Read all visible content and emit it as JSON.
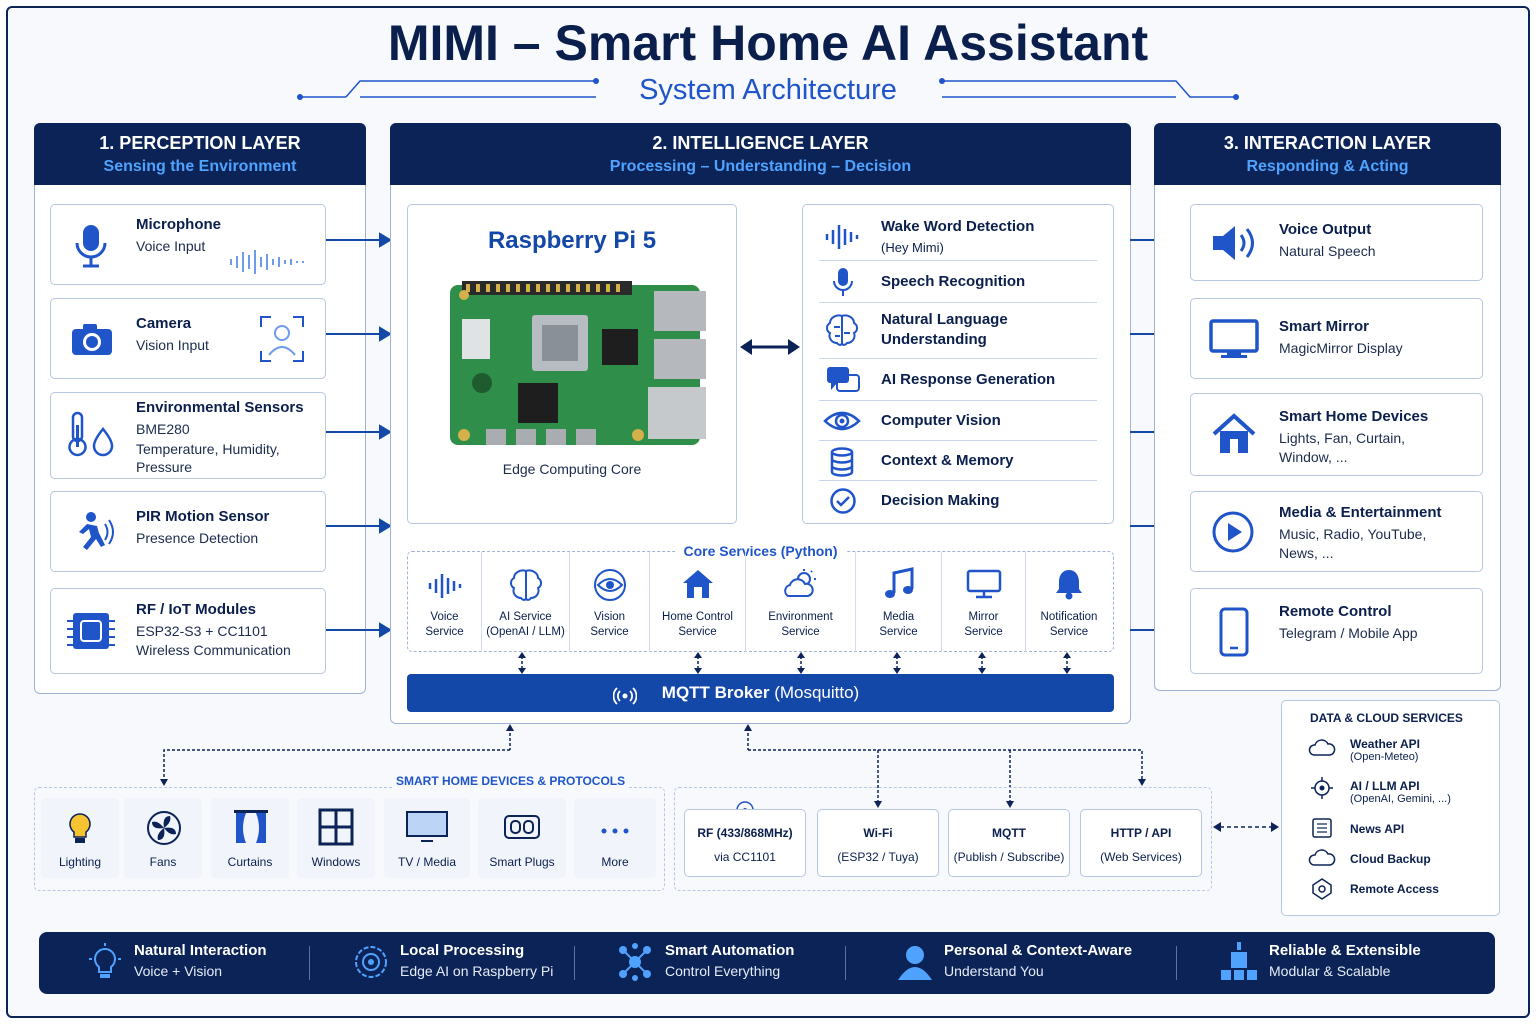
{
  "title": "MIMI – Smart Home AI Assistant",
  "subtitle": "System Architecture",
  "perception": {
    "heading": "1. PERCEPTION LAYER",
    "subheading": "Sensing the Environment",
    "items": [
      {
        "title": "Microphone",
        "desc": "Voice Input",
        "icon": "microphone-icon"
      },
      {
        "title": "Camera",
        "desc": "Vision Input",
        "icon": "camera-icon"
      },
      {
        "title": "Environmental Sensors",
        "desc": "BME280",
        "desc2": "Temperature, Humidity,",
        "desc3": "Pressure",
        "icon": "thermometer-icon"
      },
      {
        "title": "PIR Motion Sensor",
        "desc": "Presence Detection",
        "icon": "motion-icon"
      },
      {
        "title": "RF / IoT Modules",
        "desc": "ESP32-S3 + CC1101",
        "desc2": "Wireless Communication",
        "icon": "chip-icon"
      }
    ]
  },
  "intelligence": {
    "heading": "2. INTELLIGENCE LAYER",
    "subheading": "Processing – Understanding – Decision",
    "pi_title": "Raspberry Pi 5",
    "pi_caption": "Edge Computing Core",
    "functions": [
      {
        "title": "Wake Word Detection",
        "sub": "(Hey Mimi)",
        "icon": "waveform-icon"
      },
      {
        "title": "Speech Recognition",
        "icon": "microphone-icon"
      },
      {
        "title": "Natural Language",
        "title2": "Understanding",
        "icon": "brain-icon"
      },
      {
        "title": "AI Response Generation",
        "icon": "chat-icon"
      },
      {
        "title": "Computer Vision",
        "icon": "eye-icon"
      },
      {
        "title": "Context & Memory",
        "icon": "database-icon"
      },
      {
        "title": "Decision Making",
        "icon": "check-icon"
      }
    ],
    "core_services_title": "Core Services (Python)",
    "services": [
      {
        "l1": "Voice",
        "l2": "Service",
        "icon": "waveform-icon"
      },
      {
        "l1": "AI Service",
        "l2": "(OpenAI / LLM)",
        "icon": "brain-icon"
      },
      {
        "l1": "Vision",
        "l2": "Service",
        "icon": "eye-icon"
      },
      {
        "l1": "Home Control",
        "l2": "Service",
        "icon": "home-icon"
      },
      {
        "l1": "Environment",
        "l2": "Service",
        "icon": "weather-icon"
      },
      {
        "l1": "Media",
        "l2": "Service",
        "icon": "music-icon"
      },
      {
        "l1": "Mirror",
        "l2": "Service",
        "icon": "monitor-icon"
      },
      {
        "l1": "Notification",
        "l2": "Service",
        "icon": "bell-icon"
      }
    ],
    "mqtt_bold": "MQTT Broker",
    "mqtt_rest": " (Mosquitto)"
  },
  "interaction": {
    "heading": "3. INTERACTION LAYER",
    "subheading": "Responding & Acting",
    "items": [
      {
        "title": "Voice Output",
        "desc": "Natural Speech",
        "icon": "speaker-icon"
      },
      {
        "title": "Smart Mirror",
        "desc": "MagicMirror Display",
        "icon": "monitor-icon"
      },
      {
        "title": "Smart Home Devices",
        "desc": "Lights, Fan, Curtain,",
        "desc2": "Window, ...",
        "icon": "home-icon"
      },
      {
        "title": "Media & Entertainment",
        "desc": "Music, Radio, YouTube,",
        "desc2": "News, ...",
        "icon": "play-icon"
      },
      {
        "title": "Remote Control",
        "desc": "Telegram / Mobile App",
        "icon": "phone-icon"
      }
    ]
  },
  "devices": {
    "title": "SMART HOME DEVICES & PROTOCOLS",
    "items": [
      "Lighting",
      "Fans",
      "Curtains",
      "Windows",
      "TV / Media",
      "Smart Plugs",
      "More"
    ],
    "protocols": [
      {
        "name": "RF (433/868MHz)",
        "sub": "via CC1101"
      },
      {
        "name": "Wi-Fi",
        "sub": "(ESP32 / Tuya)"
      },
      {
        "name": "MQTT",
        "sub": "(Publish / Subscribe)"
      },
      {
        "name": "HTTP / API",
        "sub": "(Web Services)"
      }
    ]
  },
  "cloud": {
    "title": "DATA & CLOUD SERVICES",
    "items": [
      {
        "name": "Weather API",
        "sub": "(Open-Meteo)",
        "icon": "cloud-icon"
      },
      {
        "name": "AI / LLM API",
        "sub": "(OpenAI, Gemini, ...)",
        "icon": "ai-icon"
      },
      {
        "name": "News API",
        "icon": "news-icon"
      },
      {
        "name": "Cloud Backup",
        "icon": "cloud-icon"
      },
      {
        "name": "Remote Access",
        "icon": "location-icon"
      }
    ]
  },
  "footer": [
    {
      "title": "Natural Interaction",
      "sub": "Voice + Vision",
      "icon": "bulb-icon"
    },
    {
      "title": "Local Processing",
      "sub": "Edge AI on Raspberry Pi",
      "icon": "gear-brain-icon"
    },
    {
      "title": "Smart Automation",
      "sub": "Control Everything",
      "icon": "network-icon"
    },
    {
      "title": "Personal & Context-Aware",
      "sub": "Understand You",
      "icon": "user-icon"
    },
    {
      "title": "Reliable & Extensible",
      "sub": "Modular & Scalable",
      "icon": "modules-icon"
    }
  ],
  "colors": {
    "navy": "#0b2356",
    "accent": "#1f55c9",
    "mqtt": "#1448a8"
  }
}
